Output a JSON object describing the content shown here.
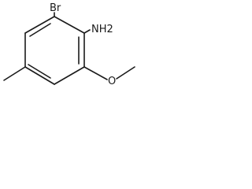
{
  "molecule": {
    "atom_labels": {
      "bromine": "Br",
      "amine": "NH2",
      "oxygen": "O"
    }
  }
}
